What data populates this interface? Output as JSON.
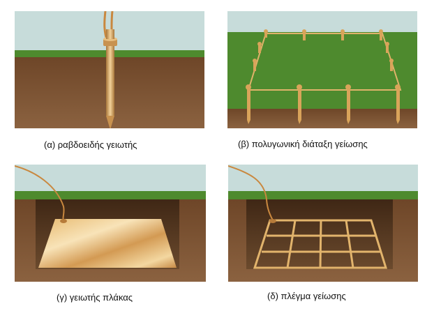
{
  "captions": {
    "a": "(α) ραβδοειδής γειωτής",
    "b": "(β) πολυγωνική διάταξη γείωσης",
    "c": "(γ) γειωτής πλάκας",
    "d": "(δ) πλέγμα γείωσης"
  },
  "colors": {
    "sky": "#c7dcda",
    "grass": "#4e8a2e",
    "soil": "#7a5232",
    "copper": "#d9a45a"
  }
}
